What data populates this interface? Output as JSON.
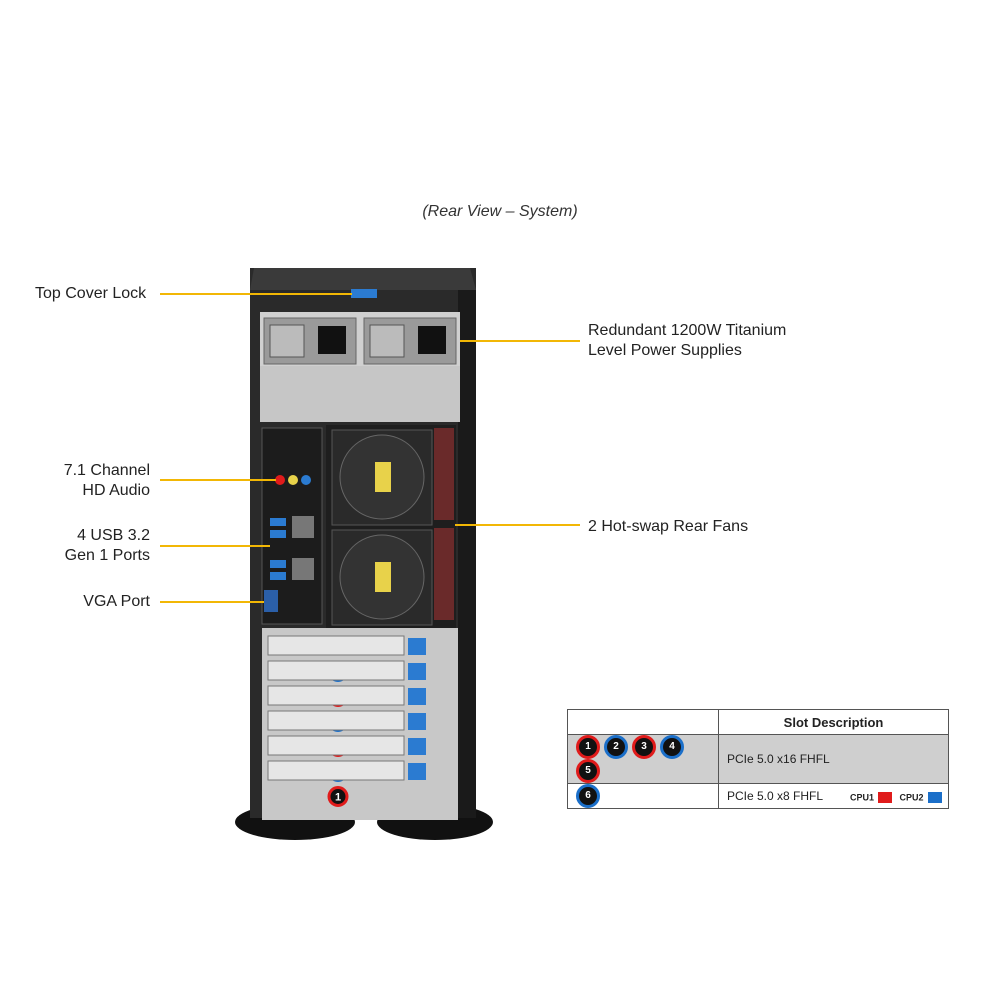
{
  "caption": "(Rear View – System)",
  "callouts": {
    "top_cover_lock": "Top Cover Lock",
    "power_line1": "Redundant 1200W Titanium",
    "power_line2": "Level Power Supplies",
    "audio_line1": "7.1 Channel",
    "audio_line2": "HD Audio",
    "fans": "2 Hot-swap Rear Fans",
    "usb_line1": "4 USB 3.2",
    "usb_line2": "Gen 1 Ports",
    "vga": "VGA Port"
  },
  "colors": {
    "leader": "#f2b705",
    "cpu1": "#e01b1b",
    "cpu2": "#1b6fc9"
  },
  "slots": [
    {
      "number": "6",
      "cpu": "cpu2"
    },
    {
      "number": "5",
      "cpu": "cpu1"
    },
    {
      "number": "4",
      "cpu": "cpu2"
    },
    {
      "number": "3",
      "cpu": "cpu1"
    },
    {
      "number": "2",
      "cpu": "cpu2"
    },
    {
      "number": "1",
      "cpu": "cpu1"
    }
  ],
  "slot_table": {
    "header": "Slot Description",
    "rows": [
      {
        "slots": [
          {
            "n": "1",
            "cpu": "cpu1"
          },
          {
            "n": "2",
            "cpu": "cpu2"
          },
          {
            "n": "3",
            "cpu": "cpu1"
          },
          {
            "n": "4",
            "cpu": "cpu2"
          },
          {
            "n": "5",
            "cpu": "cpu1"
          }
        ],
        "description": "PCIe 5.0 x16 FHFL"
      },
      {
        "slots": [
          {
            "n": "6",
            "cpu": "cpu2"
          }
        ],
        "description": "PCIe 5.0 x8 FHFL"
      }
    ]
  },
  "legend": {
    "cpu1": "CPU1",
    "cpu2": "CPU2"
  }
}
